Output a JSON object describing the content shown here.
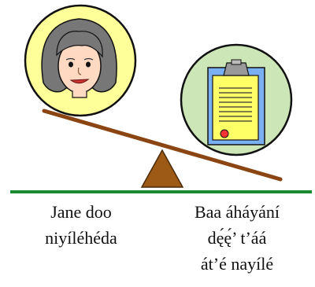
{
  "figure": {
    "icons": {
      "person": "woman-face-icon",
      "document": "clipboard-document-icon"
    },
    "captions": {
      "left": [
        "Jane doo",
        "niyíléhéda"
      ],
      "right": [
        "Baa áháyání",
        "dę́ę́’ t’áá",
        "át’é nayílé"
      ]
    },
    "colors": {
      "circle_fill": "#ffff99",
      "circle_fill_right": "#cce6b8",
      "plank": "#8b4513",
      "fulcrum": "#9c5a16",
      "ground": "#1a8a2e",
      "clipboard_board": "#7ab0f2",
      "clipboard_paper": "#ffff66",
      "clip": "#999999",
      "seal": "#ff3333",
      "hair": "#777777",
      "skin": "#ffd9c2"
    }
  }
}
